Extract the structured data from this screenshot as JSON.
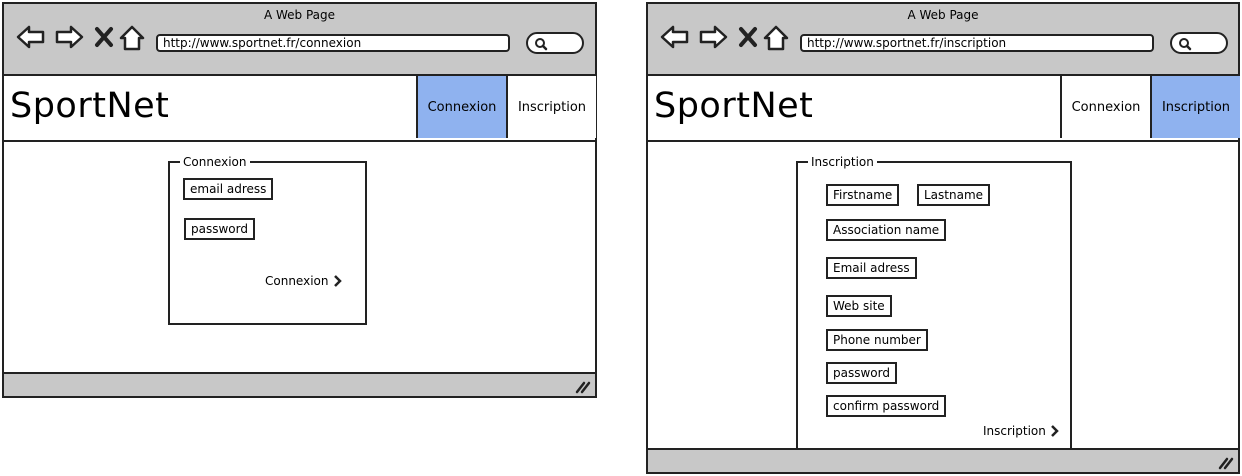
{
  "colors": {
    "active_tab": "#8fb2ef",
    "chrome": "#c8c8c8"
  },
  "connexion_page": {
    "window_title": "A Web Page",
    "url": "http://www.sportnet.fr/connexion",
    "logo": "SportNet",
    "tabs": [
      {
        "label": "Connexion",
        "active": true
      },
      {
        "label": "Inscription",
        "active": false
      }
    ],
    "form": {
      "legend": "Connexion",
      "fields": [
        {
          "label": "email adress"
        },
        {
          "label": "password"
        }
      ],
      "submit": "Connexion"
    }
  },
  "inscription_page": {
    "window_title": "A Web Page",
    "url": "http://www.sportnet.fr/inscription",
    "logo": "SportNet",
    "tabs": [
      {
        "label": "Connexion",
        "active": false
      },
      {
        "label": "Inscription",
        "active": true
      }
    ],
    "form": {
      "legend": "Inscription",
      "fields": [
        {
          "label": "Firstname"
        },
        {
          "label": "Lastname"
        },
        {
          "label": "Association name"
        },
        {
          "label": "Email adress"
        },
        {
          "label": "Web site"
        },
        {
          "label": "Phone number"
        },
        {
          "label": "password"
        },
        {
          "label": "confirm password"
        }
      ],
      "submit": "Inscription"
    }
  }
}
